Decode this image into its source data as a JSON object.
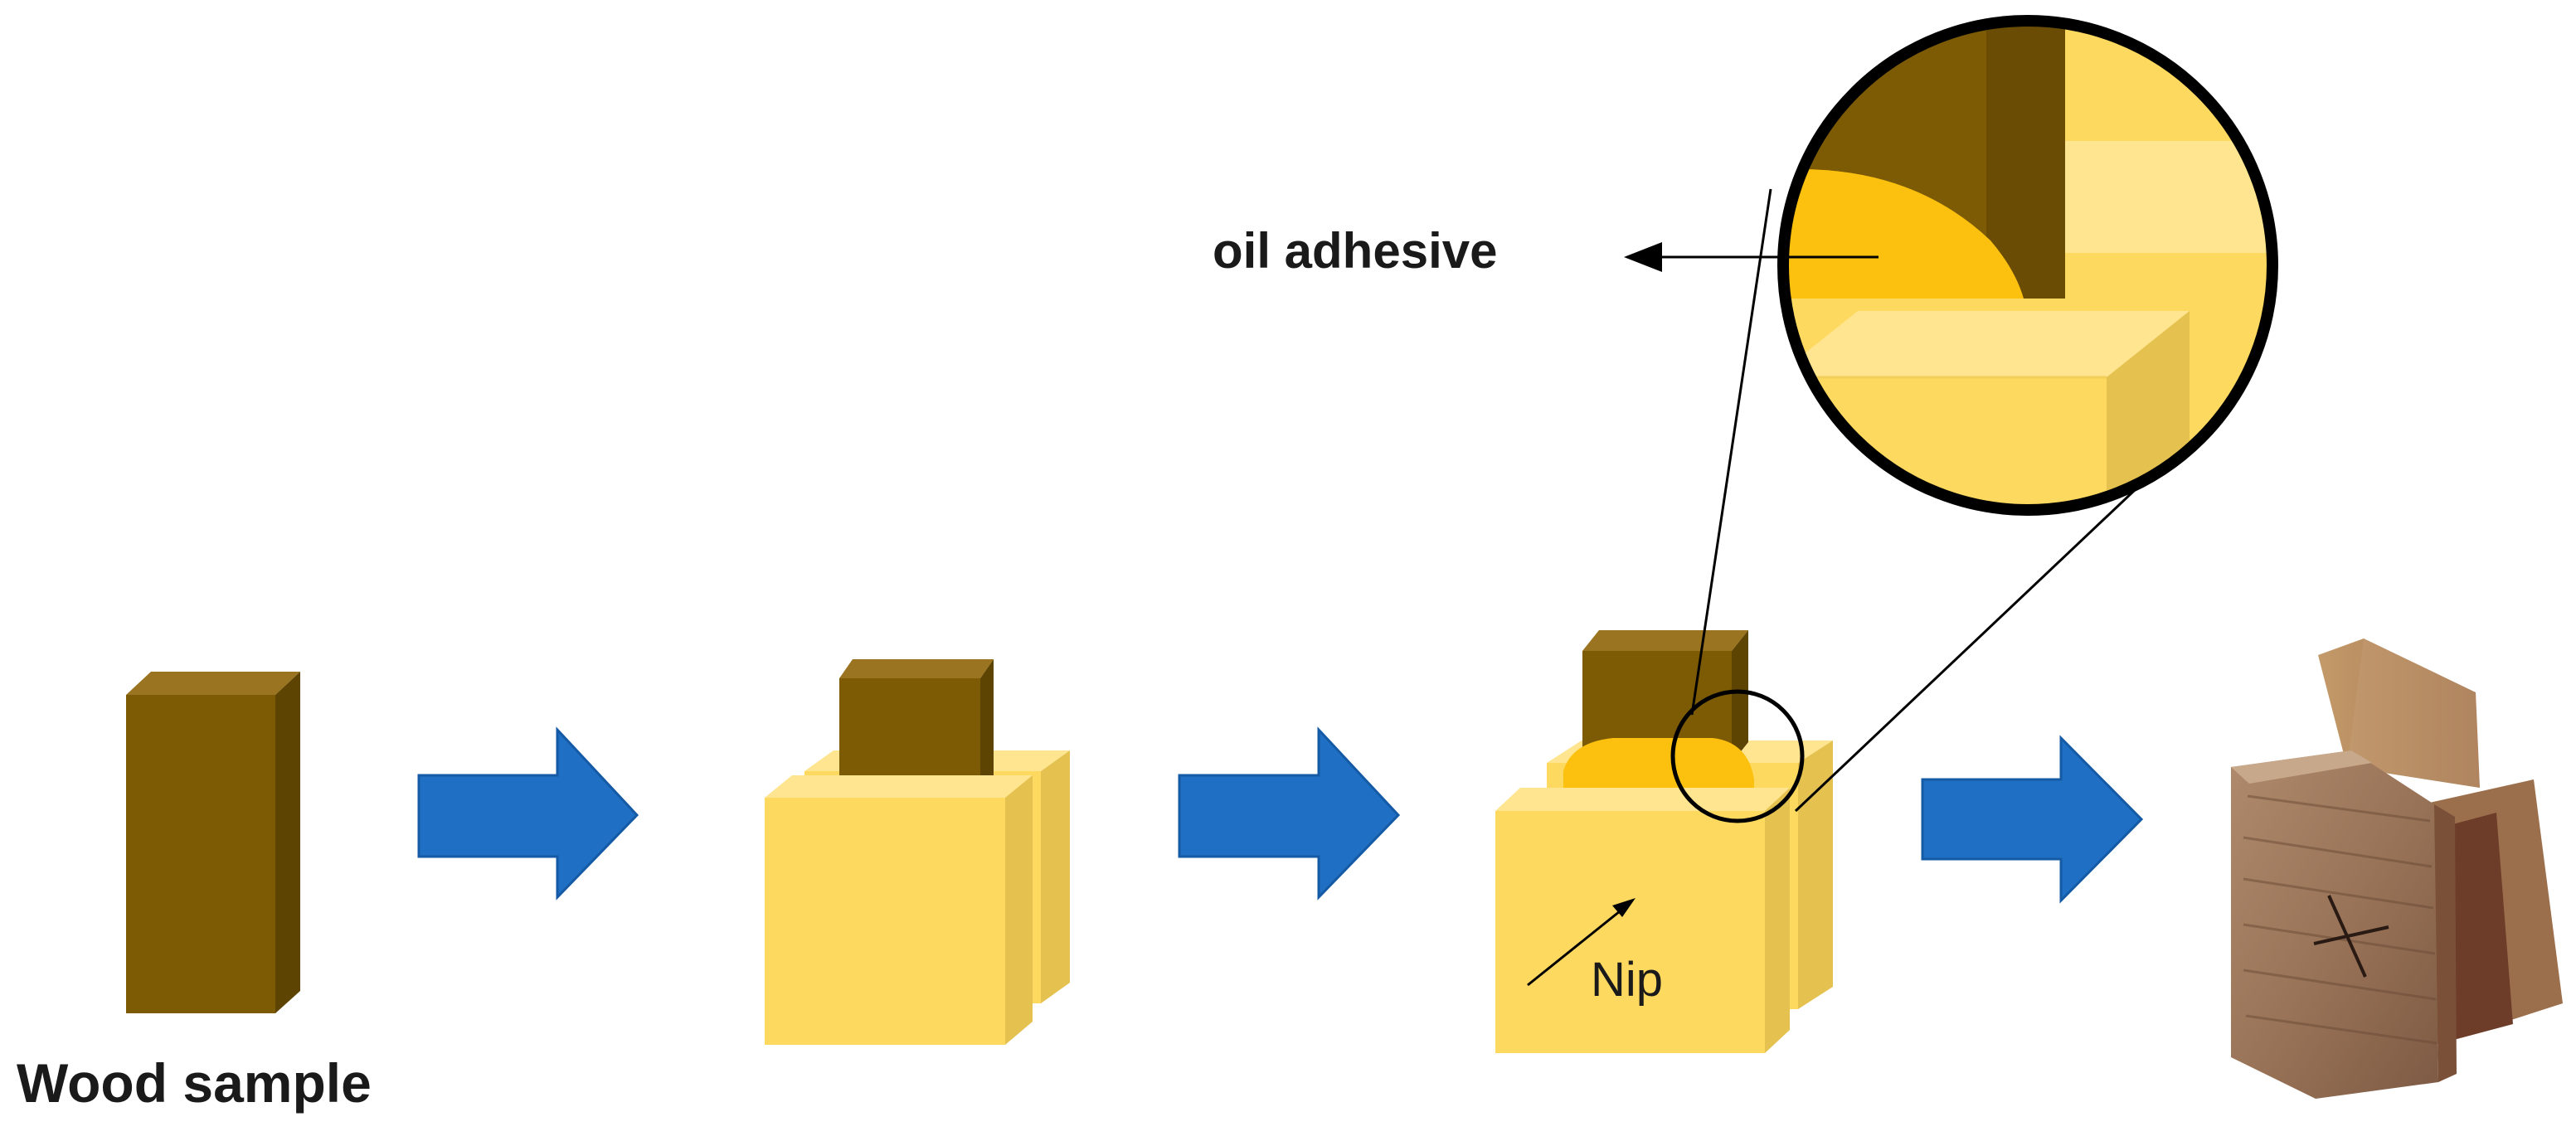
{
  "labels": {
    "wood_sample": "Wood sample",
    "oil_adhesive": "oil adhesive",
    "nip": "Nip"
  },
  "colors": {
    "dark_wood_front": "#7d5b05",
    "dark_wood_top": "#9a7420",
    "dark_wood_side": "#5e4403",
    "light_block_front": "#fed95f",
    "light_block_top": "#ffe58f",
    "light_block_side": "#e5c250",
    "adhesive": "#fcc10e",
    "arrow_fill": "#1f6fc4",
    "arrow_edge": "#155aa5",
    "outline": "#000000"
  },
  "icons": [
    "flow-arrow-icon",
    "magnifier-circle",
    "wood-photo"
  ]
}
